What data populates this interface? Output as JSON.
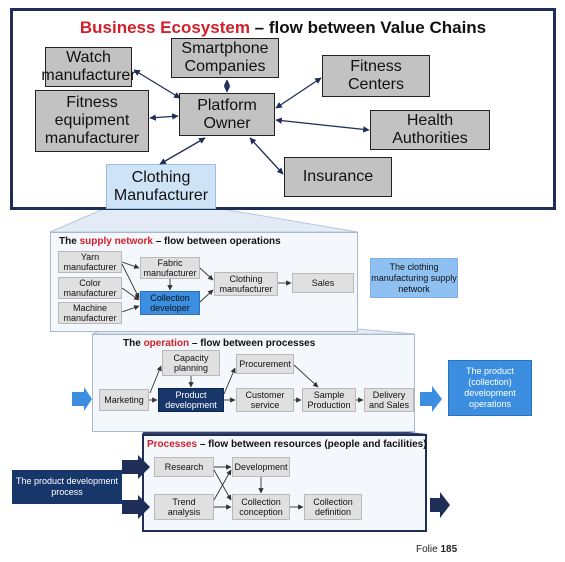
{
  "ecosystem": {
    "title_bold": "Business Ecosystem",
    "title_rest": " – flow between Value Chains",
    "watch": "Watch manufacturer",
    "smartphone": "Smartphone Companies",
    "fitness_centers": "Fitness Centers",
    "fitness_equipment": "Fitness equipment manufacturer",
    "platform": "Platform Owner",
    "health": "Health Authorities",
    "insurance": "Insurance",
    "clothing": "Clothing Manufacturer"
  },
  "supply": {
    "title_bold": "The supply network",
    "title_rest": " – flow between operations",
    "title_pre": "The ",
    "title_red": "supply network",
    "yarn": "Yarn manufacturer",
    "color": "Color manufacturer",
    "machine": "Machine manufacturer",
    "fabric": "Fabric manufacturer",
    "collection_dev": "Collection developer",
    "clothing_mfr": "Clothing manufacturer",
    "sales": "Sales",
    "callout": "The clothing manufacturing supply network"
  },
  "operation": {
    "title_pre": "The ",
    "title_red": "operation",
    "title_rest": " – flow between processes",
    "marketing": "Marketing",
    "capacity": "Capacity planning",
    "product_dev": "Product development",
    "procurement": "Procurement",
    "customer": "Customer service",
    "sample": "Sample Production",
    "delivery": "Delivery and Sales",
    "callout": "The product (collection) development operations"
  },
  "processes": {
    "title_red": "Processes",
    "title_rest": " – flow between resources (people and facilities)",
    "research": "Research",
    "development": "Development",
    "trend": "Trend analysis",
    "conception": "Collection conception",
    "definition": "Collection definition",
    "callout": "The product development process"
  },
  "footer": {
    "label": "Folie ",
    "number": "185"
  },
  "colors": {
    "navy": "#1f2e59",
    "red": "#d21f2a",
    "blue": "#3c8fe0",
    "grey_box": "#c2c2c2"
  }
}
